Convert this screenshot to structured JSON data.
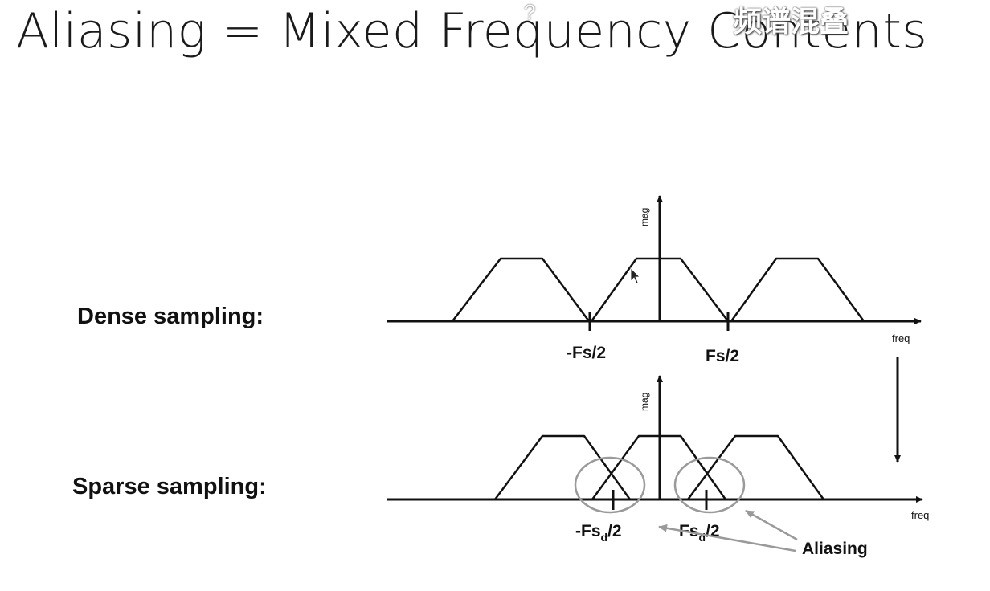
{
  "title": "Aliasing = Mixed Frequency Contents",
  "subtitle_cn": "频谱混叠",
  "help_mark": "?",
  "dense": {
    "label": "Dense sampling:",
    "axis_y_label": "mag",
    "axis_x_label": "freq",
    "tick_left": "-Fs/2",
    "tick_right": "Fs/2"
  },
  "sparse": {
    "label": "Sparse sampling:",
    "axis_y_label": "mag",
    "axis_x_label": "freq",
    "tick_left_main": "-Fs",
    "tick_left_sub": "d",
    "tick_left_tail": "/2",
    "tick_right_main": "Fs",
    "tick_right_sub": "d",
    "tick_right_tail": "/2",
    "annotation": "Aliasing"
  },
  "colors": {
    "ink": "#111111",
    "highlight": "#9a9a9a"
  }
}
